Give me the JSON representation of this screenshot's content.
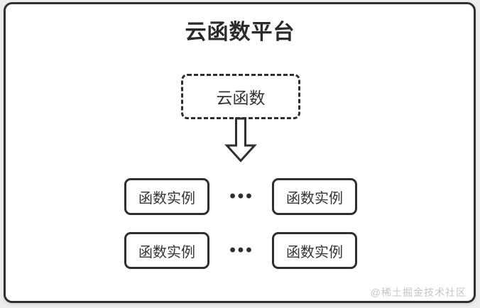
{
  "canvas": {
    "background_color": "#ededed",
    "frame_border_color": "#2f2f2f",
    "frame_background": "#ffffff"
  },
  "diagram": {
    "title": "云函数平台",
    "root": {
      "label": "云函数"
    },
    "arrow_icon": "down-block-arrow",
    "rows": [
      {
        "items": [
          "函数实例",
          "函数实例"
        ],
        "ellipsis": "•••"
      },
      {
        "items": [
          "函数实例",
          "函数实例"
        ],
        "ellipsis": "•••"
      }
    ],
    "watermark": "@稀土掘金技术社区"
  }
}
